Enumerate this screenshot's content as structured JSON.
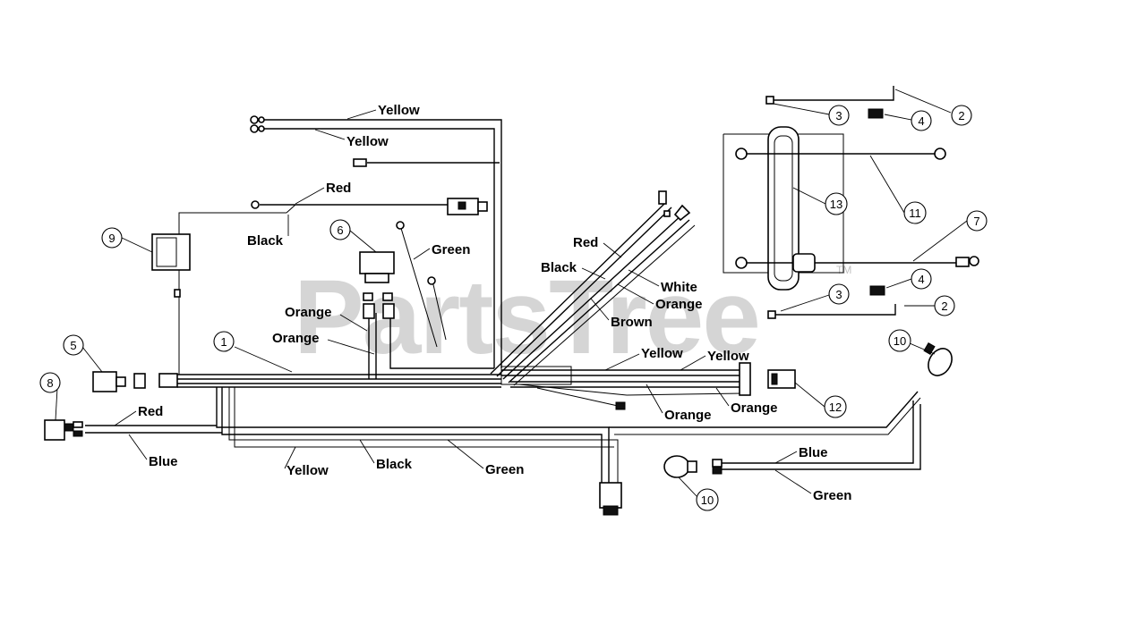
{
  "watermark": {
    "text": "PartsTree",
    "trademark": "TM"
  },
  "wire_labels": [
    "Yellow",
    "Yellow",
    "Red",
    "Black",
    "Green",
    "Red",
    "Black",
    "White",
    "Orange",
    "Orange",
    "Orange",
    "Brown",
    "Yellow",
    "Yellow",
    "Red",
    "Blue",
    "Orange",
    "Orange",
    "Yellow",
    "Black",
    "Green",
    "Blue",
    "Green"
  ],
  "callouts": [
    "1",
    "2",
    "3",
    "4",
    "5",
    "6",
    "7",
    "8",
    "9",
    "10",
    "11",
    "12",
    "13",
    "2",
    "3",
    "4",
    "10"
  ]
}
